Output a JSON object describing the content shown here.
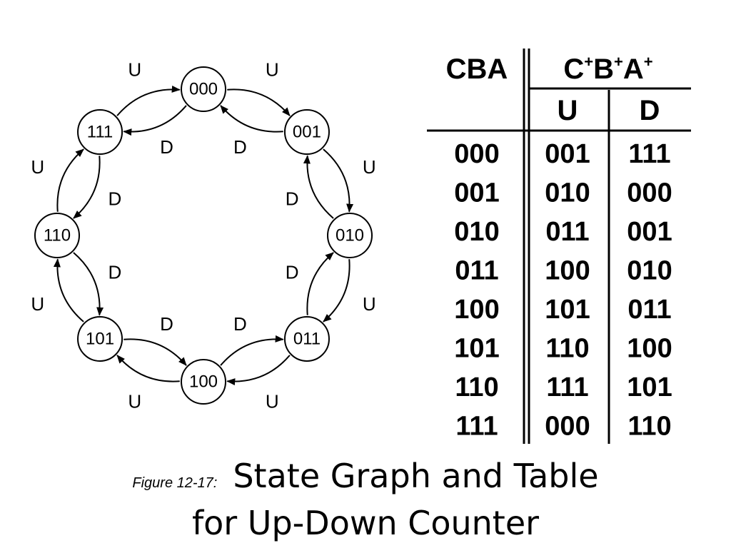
{
  "graph": {
    "states": [
      "000",
      "001",
      "010",
      "011",
      "100",
      "101",
      "110",
      "111"
    ],
    "up_label": "U",
    "down_label": "D"
  },
  "table": {
    "header_present": "CBA",
    "header_next_letters": [
      "C",
      "B",
      "A"
    ],
    "header_next_mark": "+",
    "col_up": "U",
    "col_down": "D",
    "rows": [
      {
        "present": "000",
        "up": "001",
        "down": "111"
      },
      {
        "present": "001",
        "up": "010",
        "down": "000"
      },
      {
        "present": "010",
        "up": "011",
        "down": "001"
      },
      {
        "present": "011",
        "up": "100",
        "down": "010"
      },
      {
        "present": "100",
        "up": "101",
        "down": "011"
      },
      {
        "present": "101",
        "up": "110",
        "down": "100"
      },
      {
        "present": "110",
        "up": "111",
        "down": "101"
      },
      {
        "present": "111",
        "up": "000",
        "down": "110"
      }
    ]
  },
  "caption": {
    "tag": "Figure 12-17:",
    "line1": "State Graph and Table",
    "line2": "for Up-Down Counter"
  }
}
